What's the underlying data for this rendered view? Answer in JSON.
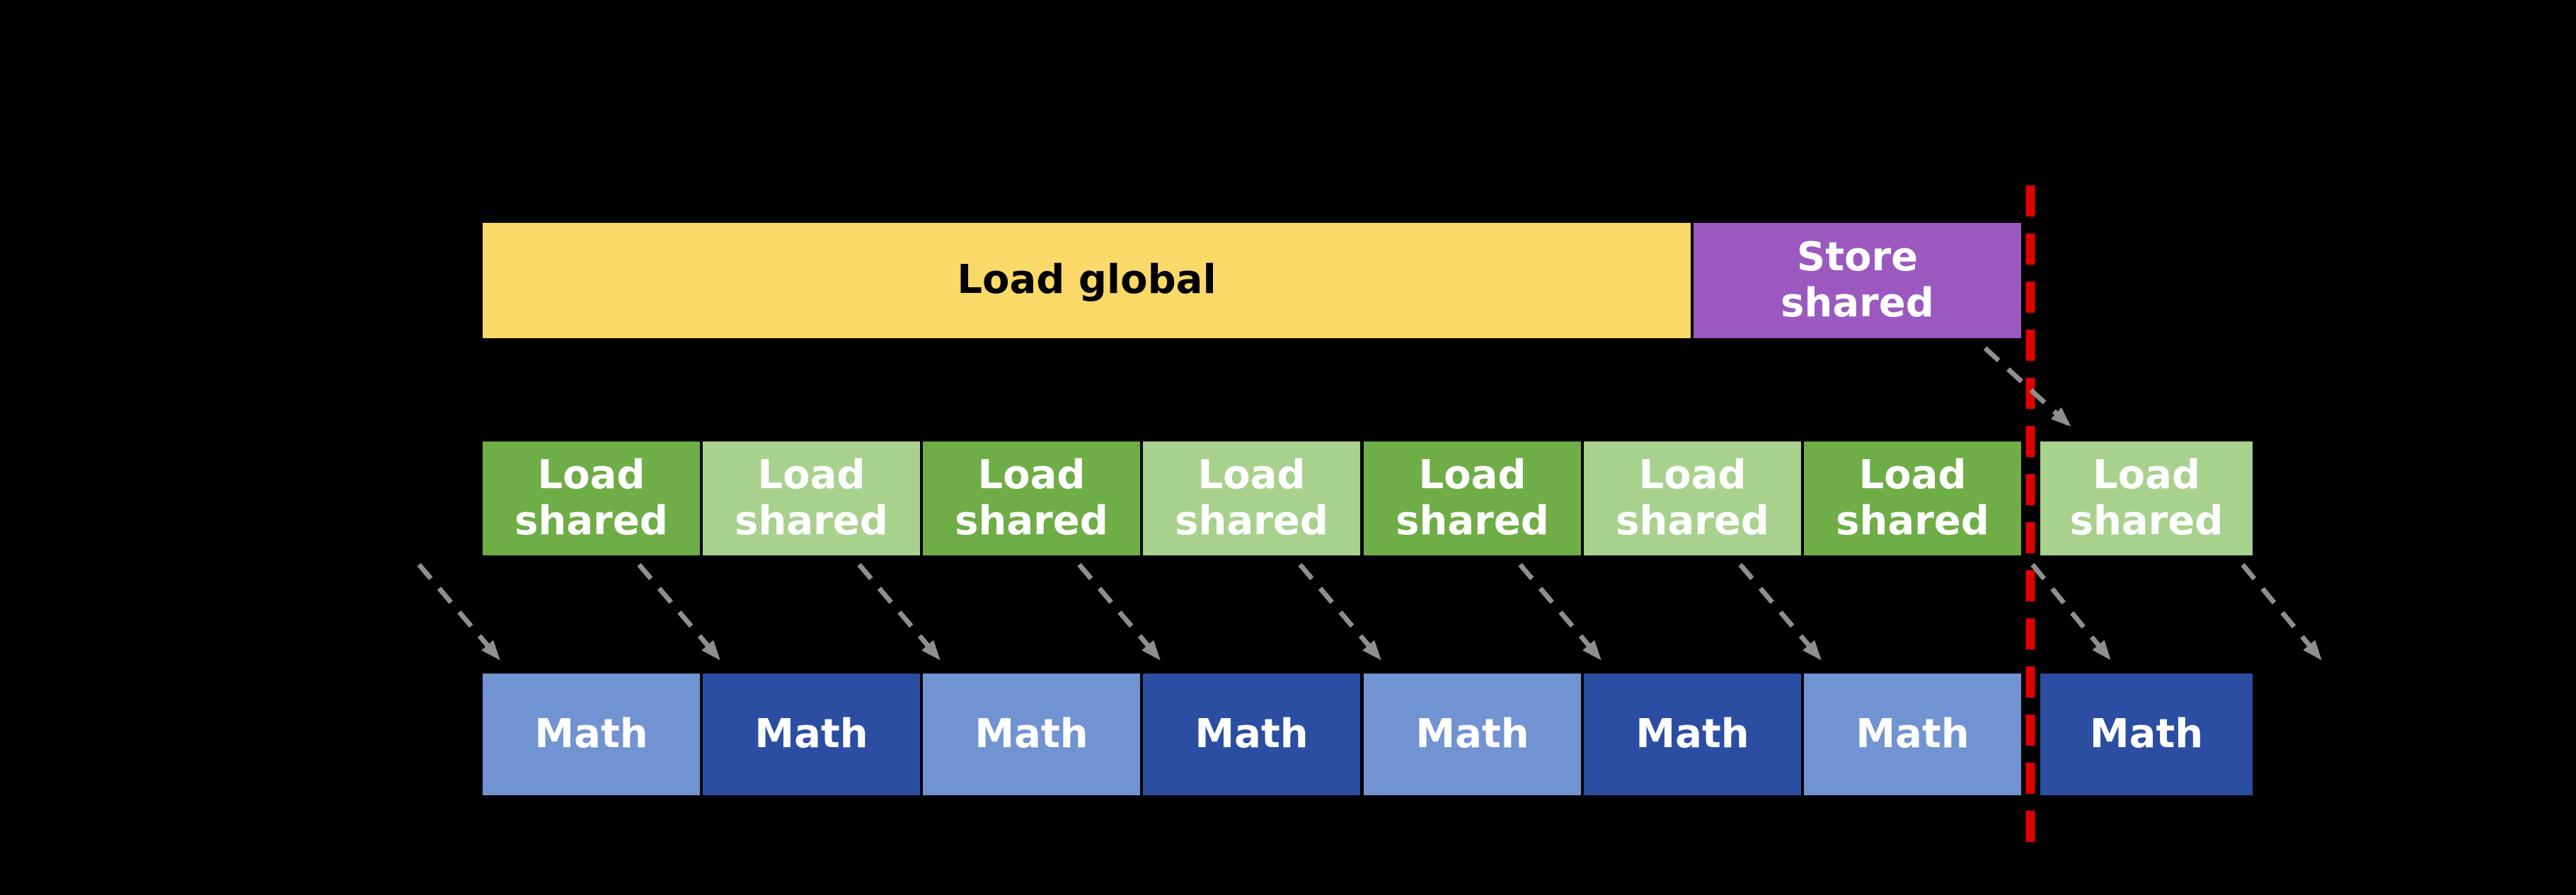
{
  "colors": {
    "background": "#000000",
    "load_global_fill": "#FBD968",
    "load_global_text": "#000000",
    "store_shared_fill": "#9B59C0",
    "load_shared_dark_fill": "#6FAD47",
    "load_shared_light_fill": "#A9D18E",
    "math_light_fill": "#7193D1",
    "math_dark_fill": "#2B4EA2",
    "box_text": "#FFFFFF",
    "arrow": "#8F8F8F",
    "divider": "#E00000"
  },
  "top_row": {
    "load_global": {
      "label": "Load global"
    },
    "store_shared": {
      "lines": [
        "Store",
        "shared"
      ]
    }
  },
  "load_shared_row": {
    "box": {
      "lines": [
        "Load",
        "shared"
      ]
    },
    "count": 8
  },
  "math_row": {
    "box": {
      "label": "Math"
    },
    "count": 8
  }
}
